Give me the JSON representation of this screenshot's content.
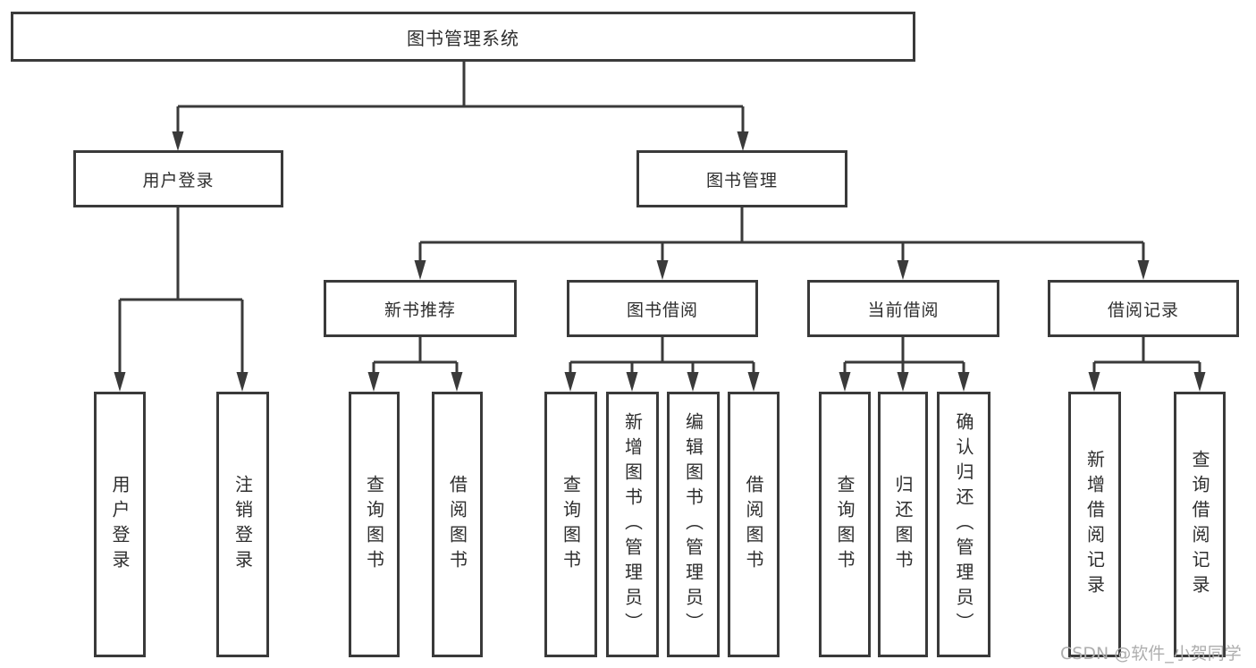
{
  "colors": {
    "line": "#3a3a3a",
    "box_border": "#3a3a3a",
    "text": "#2e2e2e",
    "background": "#ffffff",
    "watermark": "#aeaeae"
  },
  "diagram": {
    "root": {
      "label": "图书管理系统"
    },
    "level2": [
      {
        "label": "用户登录"
      },
      {
        "label": "图书管理"
      }
    ],
    "level3": [
      {
        "label": "新书推荐"
      },
      {
        "label": "图书借阅"
      },
      {
        "label": "当前借阅"
      },
      {
        "label": "借阅记录"
      }
    ],
    "leaves": [
      {
        "label": "用户登录"
      },
      {
        "label": "注销登录"
      },
      {
        "label": "查询图书"
      },
      {
        "label": "借阅图书"
      },
      {
        "label": "查询图书"
      },
      {
        "label": "新增图书（管理员）"
      },
      {
        "label": "编辑图书（管理员）"
      },
      {
        "label": "借阅图书"
      },
      {
        "label": "查询图书"
      },
      {
        "label": "归还图书"
      },
      {
        "label": "确认归还（管理员）"
      },
      {
        "label": "新增借阅记录"
      },
      {
        "label": "查询借阅记录"
      }
    ]
  },
  "watermark": {
    "text": "CSDN @软件_小贺同学"
  }
}
